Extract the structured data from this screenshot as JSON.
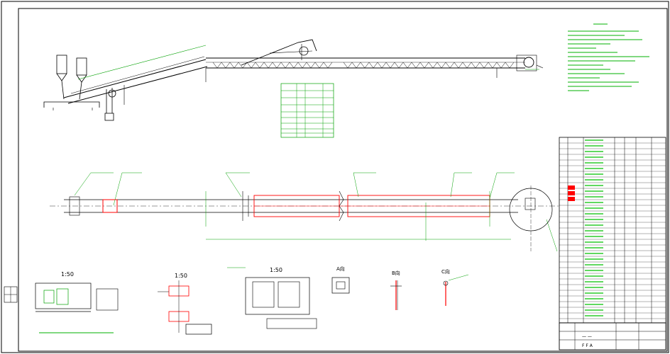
{
  "colors": {
    "background": "#ffffff",
    "outline": "#000000",
    "dimension": "#00a000",
    "highlight": "#ff0000",
    "table_text": "#00c000",
    "annotation": "#00b000"
  },
  "views": {
    "scale_1": "1:50",
    "scale_2": "1:50",
    "scale_3": "1:50",
    "label_a": "A向",
    "label_b": "B向",
    "label_c": "C向"
  },
  "title_block": {
    "row1": "一 一",
    "row2": "F F A"
  }
}
